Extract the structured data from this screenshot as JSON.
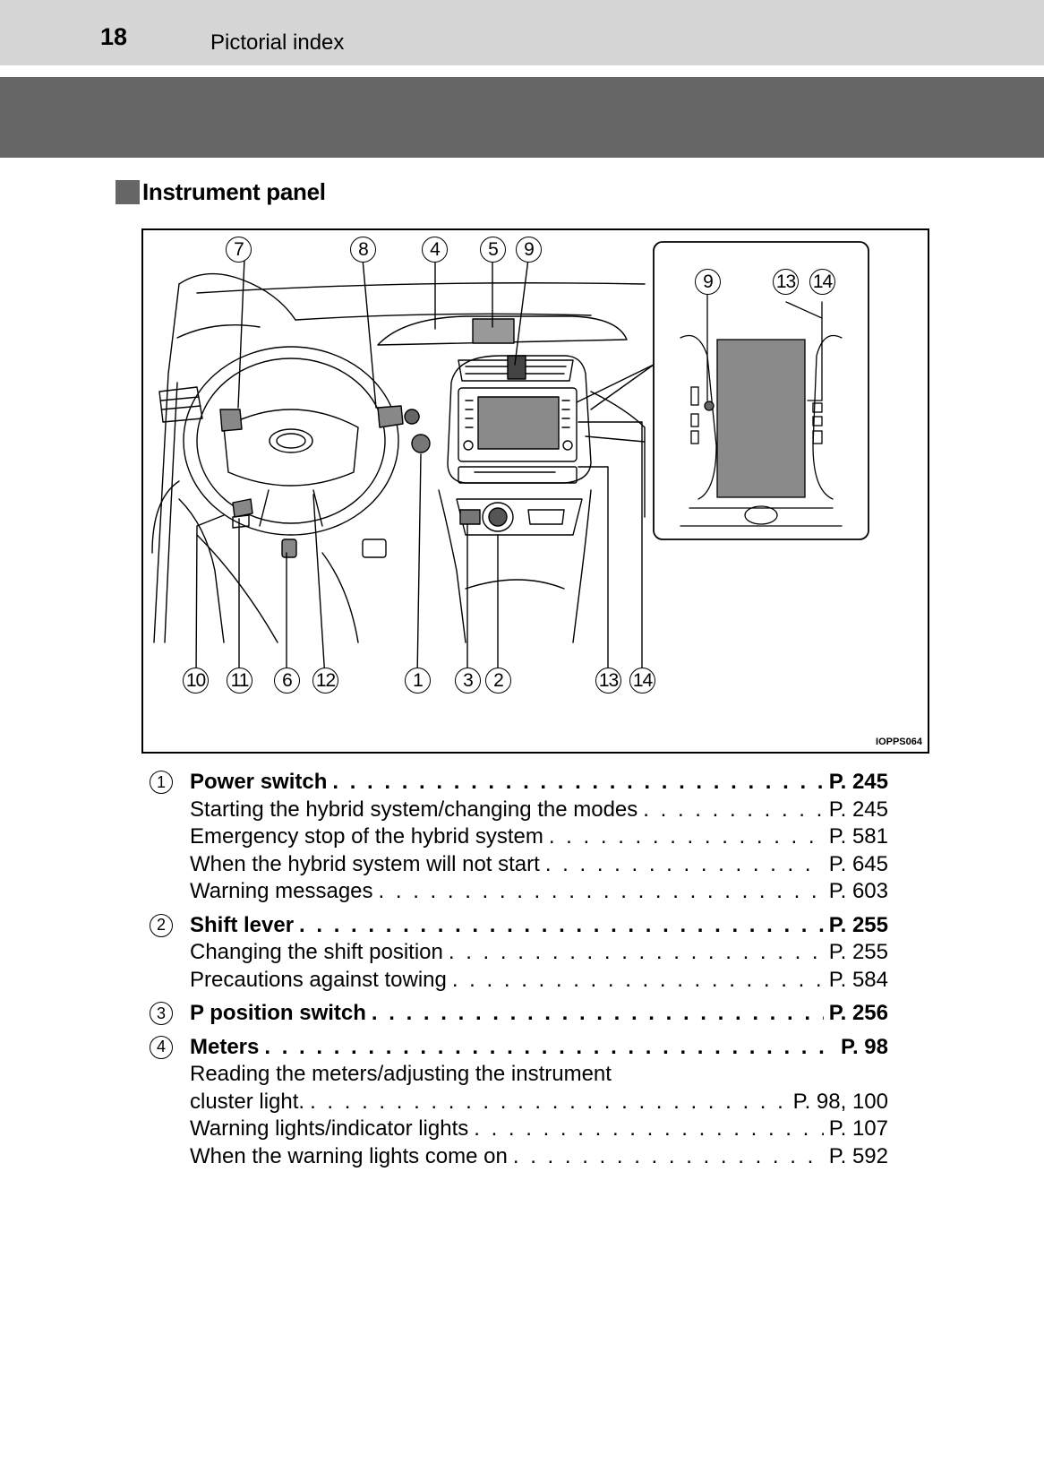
{
  "header": {
    "page_number": "18",
    "section_title": "Pictorial index"
  },
  "heading": "Instrument panel",
  "figure": {
    "code": "IOPPS064",
    "callouts_top": [
      "7",
      "8",
      "4",
      "5",
      "9"
    ],
    "callouts_inset": [
      "9",
      "13",
      "14"
    ],
    "callouts_bottom": [
      "10",
      "11",
      "6",
      "12",
      "1",
      "3",
      "2",
      "13",
      "14"
    ]
  },
  "index": [
    {
      "number": "1",
      "title": "Power switch",
      "page": "P. 245",
      "subitems": [
        {
          "label": "Starting the hybrid system/changing the modes",
          "page": "P. 245"
        },
        {
          "label": "Emergency stop of the hybrid system",
          "page": "P. 581"
        },
        {
          "label": "When the hybrid system will not start",
          "page": "P. 645"
        },
        {
          "label": "Warning messages",
          "page": "P. 603"
        }
      ]
    },
    {
      "number": "2",
      "title": "Shift lever",
      "page": "P. 255",
      "subitems": [
        {
          "label": "Changing the shift position",
          "page": "P. 255"
        },
        {
          "label": "Precautions against towing",
          "page": "P. 584"
        }
      ]
    },
    {
      "number": "3",
      "title": "P position switch",
      "page": "P. 256",
      "subitems": []
    },
    {
      "number": "4",
      "title": "Meters",
      "page": "P. 98",
      "multiline_first": "Reading the meters/adjusting the instrument",
      "subitems": [
        {
          "label": "cluster light.",
          "page": "P. 98, 100"
        },
        {
          "label": "Warning lights/indicator lights",
          "page": "P. 107"
        },
        {
          "label": "When the warning lights come on",
          "page": "P. 592"
        }
      ]
    }
  ]
}
